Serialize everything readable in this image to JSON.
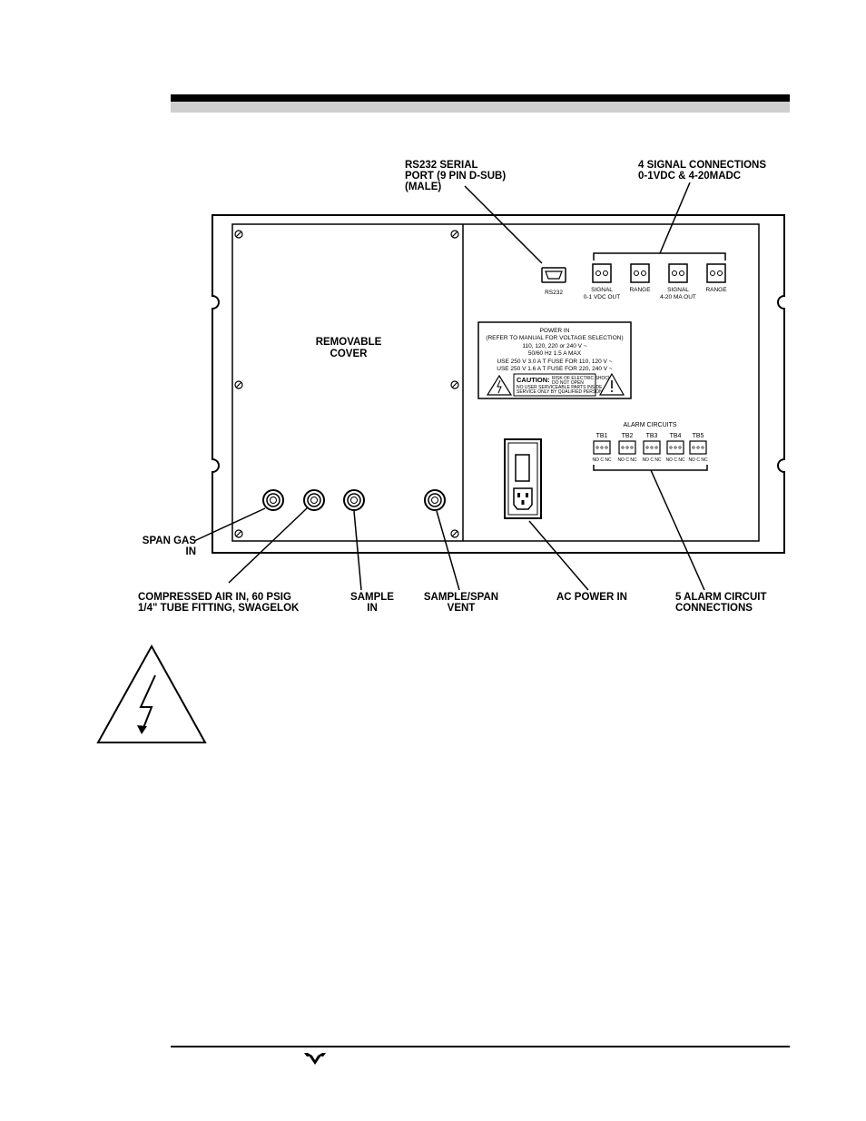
{
  "callouts": {
    "rs232": [
      "RS232 SERIAL",
      "PORT (9 PIN D-SUB)",
      "(MALE)"
    ],
    "signal": [
      "4 SIGNAL CONNECTIONS",
      "0-1VDC & 4-20MADC"
    ],
    "cover": [
      "REMOVABLE",
      "COVER"
    ],
    "span_gas": [
      "SPAN GAS",
      "IN"
    ],
    "compressed_air": [
      "COMPRESSED AIR IN, 60 PSIG",
      "1/4\" TUBE FITTING, SWAGELOK"
    ],
    "sample": [
      "SAMPLE",
      "IN"
    ],
    "vent": [
      "SAMPLE/SPAN",
      "VENT"
    ],
    "ac_power": "AC POWER IN",
    "alarm": [
      "5 ALARM CIRCUIT",
      "CONNECTIONS"
    ]
  },
  "panel": {
    "rs232_label": "RS232",
    "term_signal_vdc": [
      "SIGNAL",
      "0-1 VDC OUT"
    ],
    "term_range_1": "RANGE",
    "term_signal_ma": [
      "SIGNAL",
      "4-20 MA OUT"
    ],
    "term_range_2": "RANGE",
    "power_label": [
      "POWER IN",
      "(REFER TO MANUAL FOR VOLTAGE SELECTION)",
      "110, 120, 220 or 240 V ~",
      "50/60 Hz 1.5 A MAX",
      "USE 250 V 3.0 A T FUSE FOR 110, 120 V ~",
      "USE 250 V 1.6 A T FUSE FOR 220, 240 V ~"
    ],
    "caution_title": "CAUTION:",
    "caution_side": [
      "RISK OF ELECTRIC SHOCK",
      "DO NOT OPEN"
    ],
    "caution_body": [
      "NO USER SERVICEABLE PARTS INSIDE",
      "SERVICE ONLY BY QUALIFIED PERSONNEL"
    ],
    "alarm_title": "ALARM CIRCUITS",
    "tb_labels": [
      "TB1",
      "TB2",
      "TB3",
      "TB4",
      "TB5"
    ],
    "tb_pins": "NO C NC"
  }
}
